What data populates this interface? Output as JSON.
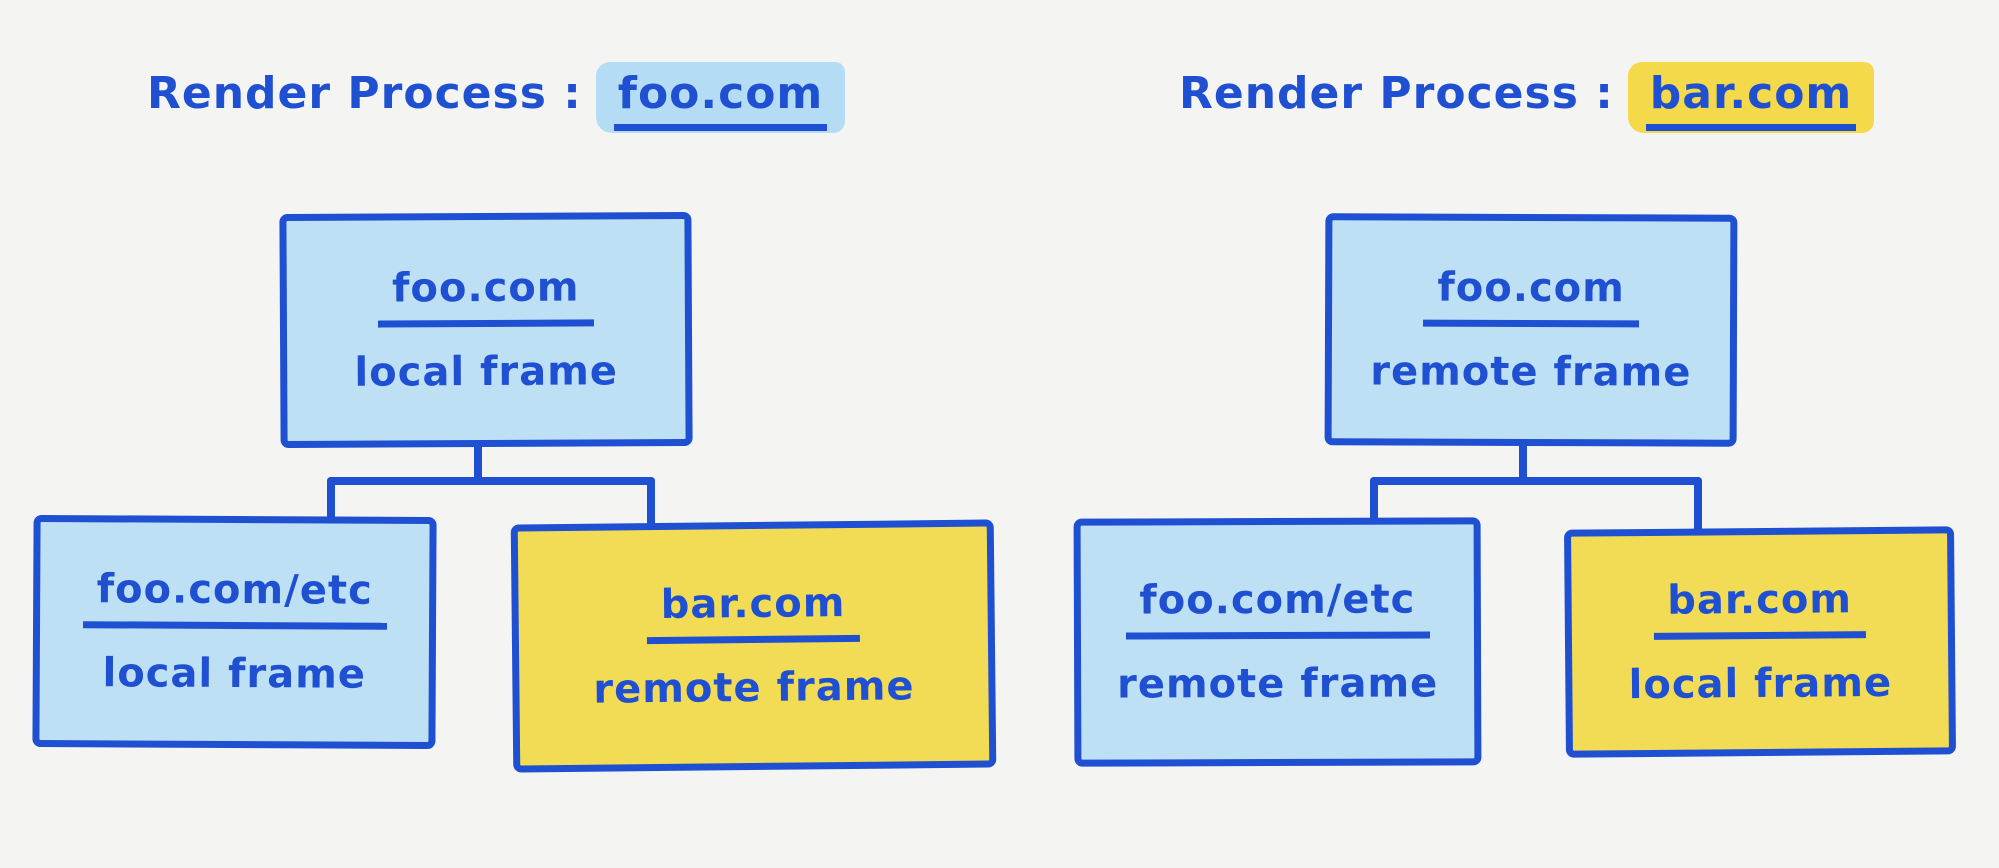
{
  "colors": {
    "background": "#F4F4F2",
    "ink": "#2050D2",
    "fill_blue": "#BEE0F5",
    "fill_yellow": "#F2DC55",
    "hl_blue": "#B5DCF5",
    "hl_yellow": "#F4D94B"
  },
  "processes": [
    {
      "title": {
        "prefix": "Render Process :",
        "domain": "foo.com",
        "highlight": "blue"
      },
      "root": {
        "domain": "foo.com",
        "frame_type": "local frame",
        "fill": "blue"
      },
      "children": [
        {
          "domain": "foo.com/etc",
          "frame_type": "local frame",
          "fill": "blue"
        },
        {
          "domain": "bar.com",
          "frame_type": "remote frame",
          "fill": "yellow"
        }
      ]
    },
    {
      "title": {
        "prefix": "Render Process :",
        "domain": "bar.com",
        "highlight": "yellow"
      },
      "root": {
        "domain": "foo.com",
        "frame_type": "remote frame",
        "fill": "blue"
      },
      "children": [
        {
          "domain": "foo.com/etc",
          "frame_type": "remote frame",
          "fill": "blue"
        },
        {
          "domain": "bar.com",
          "frame_type": "local frame",
          "fill": "yellow"
        }
      ]
    }
  ]
}
